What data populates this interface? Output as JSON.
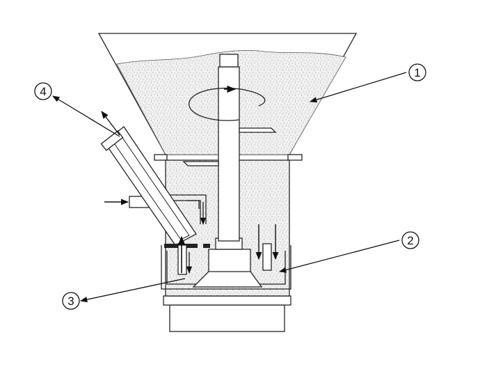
{
  "callouts": [
    {
      "id": "1",
      "label": "1"
    },
    {
      "id": "2",
      "label": "2"
    },
    {
      "id": "3",
      "label": "3"
    },
    {
      "id": "4",
      "label": "4"
    }
  ],
  "colors": {
    "line": "#222222",
    "fill": "#f1f1f1",
    "speckle": "#6e6e6e"
  }
}
